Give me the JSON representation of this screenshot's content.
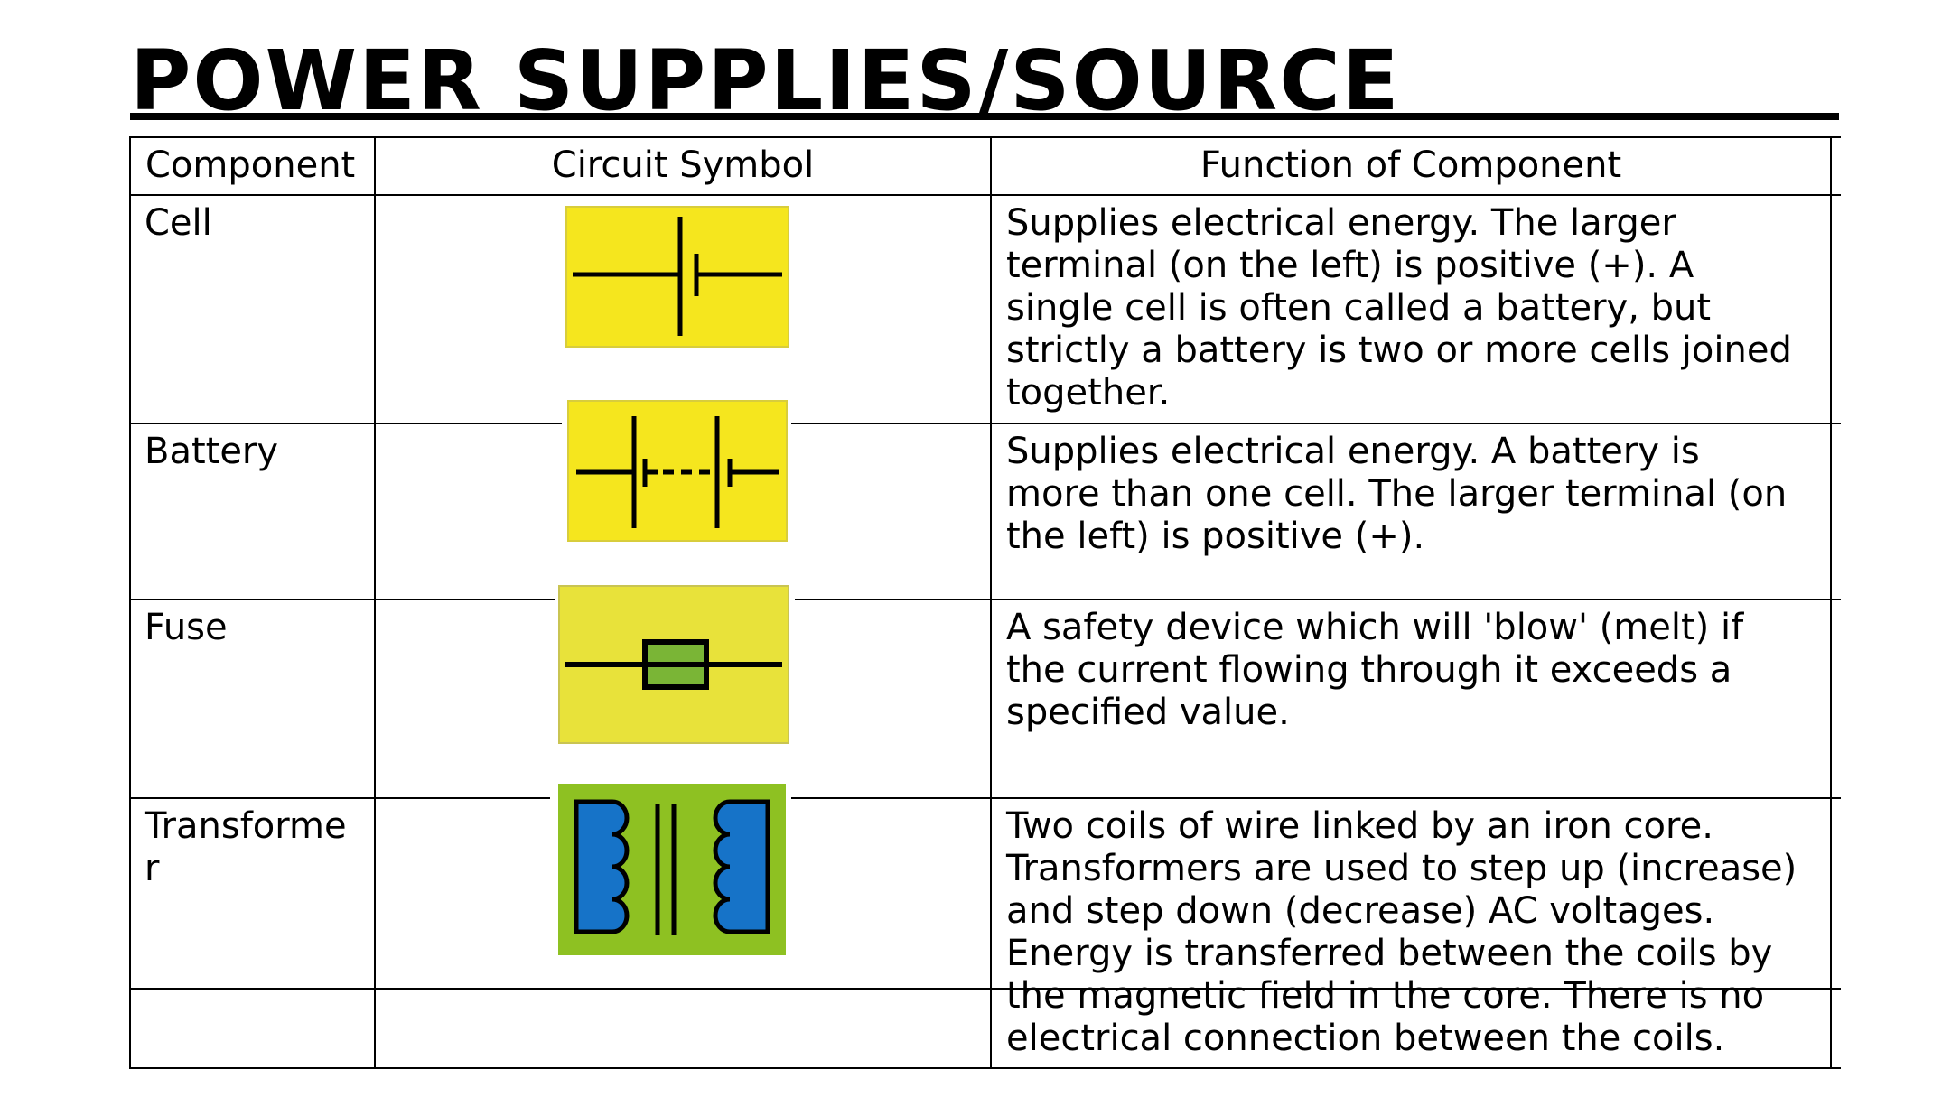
{
  "title": "POWER SUPPLIES/SOURCE",
  "table": {
    "headers": [
      "Component",
      "Circuit Symbol",
      "Function of Component"
    ],
    "rows": [
      {
        "name_lines": [
          "Cell"
        ],
        "symbol": "cell-symbol-icon",
        "function_lines": [
          "Supplies electrical energy. The larger",
          "terminal (on the left) is positive (+). A",
          "single cell is often called a battery, but",
          "strictly a battery is two or more cells joined",
          "together."
        ]
      },
      {
        "name_lines": [
          "Battery"
        ],
        "symbol": "battery-symbol-icon",
        "function_lines": [
          "Supplies electrical energy. A battery is",
          "more than one cell. The larger terminal (on",
          "the left) is positive (+)."
        ]
      },
      {
        "name_lines": [
          "Fuse"
        ],
        "symbol": "fuse-symbol-icon",
        "function_lines": [
          "A safety device which will 'blow' (melt) if",
          "the current flowing through it exceeds a",
          "specified value."
        ]
      },
      {
        "name_lines": [
          "Transforme",
          "r"
        ],
        "symbol": "transformer-symbol-icon",
        "function_lines": [
          "Two coils of wire linked by an iron core.",
          "Transformers are used to step up (increase)",
          "and step down (decrease) AC voltages.",
          "Energy is transferred between the coils by",
          "the magnetic field in the core. There is no",
          "electrical connection between the coils."
        ]
      }
    ]
  },
  "colors": {
    "symbol_yellow": "#f5e61e",
    "fuse_yellow": "#e8e23a",
    "fuse_green": "#7ab536",
    "transformer_green": "#8ec122",
    "transformer_blue": "#1673c8"
  }
}
